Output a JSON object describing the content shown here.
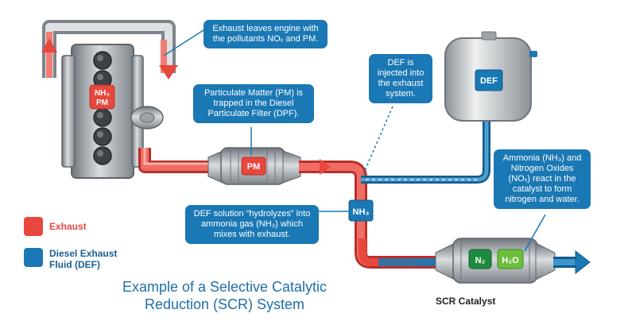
{
  "callouts": {
    "exhaust_leaves": "Exhaust leaves engine with the pollutants NOₓ and PM.",
    "pm_trapped": "Particulate Matter (PM) is trapped in the Diesel Particulate Filter (DPF).",
    "def_injected": "DEF is injected into the exhaust system.",
    "def_hydrolyzes": "DEF solution “hydrolyzes” into ammonia gas (NH₃) which mixes with exhaust.",
    "ammonia_reacts": "Ammonia (NH₃) and Nitrogen Oxides (NOₓ) react in the catalyst to form nitrogen and water."
  },
  "labels": {
    "engine_chem_line1": "NH₃",
    "engine_chem_line2": "PM",
    "dpf": "PM",
    "def_tank": "DEF",
    "nh3": "NH₃",
    "n2": "N₂",
    "h2o": "H₂O",
    "scr_catalyst": "SCR Catalyst"
  },
  "legend": {
    "exhaust": "Exhaust",
    "def": "Diesel Exhaust Fluid (DEF)"
  },
  "title": "Example of a Selective Catalytic Reduction (SCR) System",
  "colors": {
    "exhaust": "#e8473d",
    "def": "#1a78b4",
    "steel": "#9ea3a8",
    "catalyst_green": "#1f8b3f",
    "h2o_green": "#6cbf3c"
  }
}
